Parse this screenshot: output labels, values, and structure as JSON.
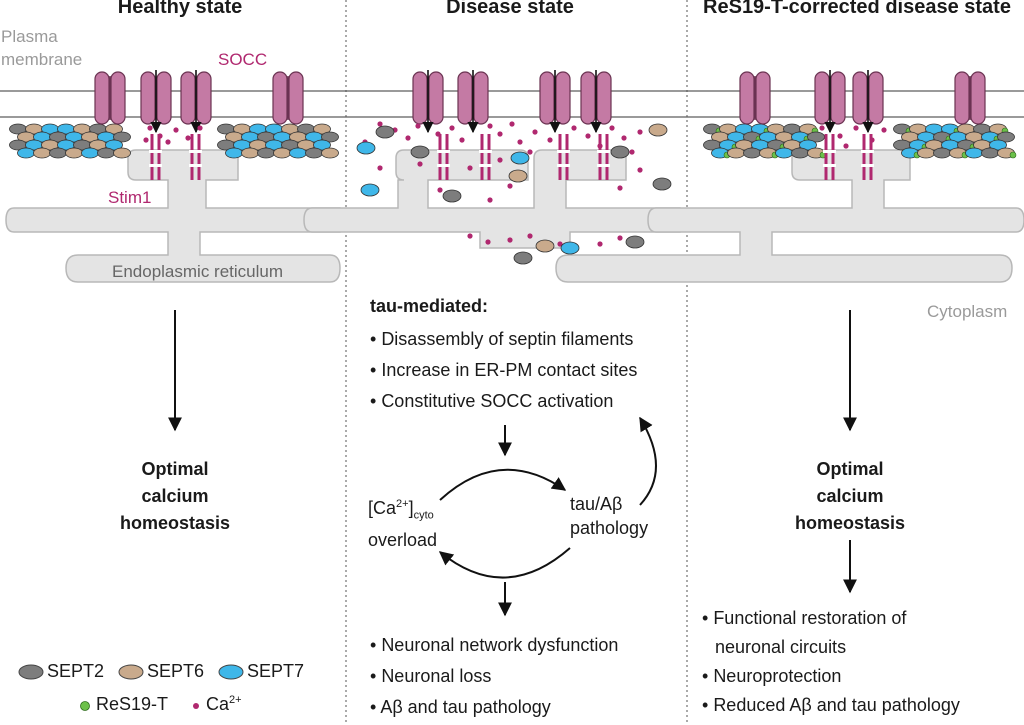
{
  "panels": {
    "healthy": "Healthy state",
    "disease": "Disease state",
    "corrected": "ReS19-T-corrected disease state"
  },
  "labels": {
    "plasma_membrane_1": "Plasma",
    "plasma_membrane_2": "membrane",
    "socc": "SOCC",
    "stim1": "Stim1",
    "er": "Endoplasmic reticulum",
    "cytoplasm": "Cytoplasm"
  },
  "healthy_outcome": [
    "Optimal",
    "calcium",
    "homeostasis"
  ],
  "disease_text": {
    "heading": "tau-mediated:",
    "items": [
      "Disassembly of septin filaments",
      "Increase in ER-PM contact sites",
      "Constitutive SOCC activation"
    ],
    "cycle_left_1": "[Ca",
    "cycle_left_sup": "2+",
    "cycle_left_close": "]",
    "cycle_left_sub": "cyto",
    "cycle_left_2": "overload",
    "cycle_right_1": "tau/Aβ",
    "cycle_right_2": "pathology",
    "outcomes": [
      "Neuronal network dysfunction",
      "Neuronal loss",
      "Aβ and tau pathology"
    ]
  },
  "corrected_outcome": [
    "Optimal",
    "calcium",
    "homeostasis"
  ],
  "corrected_items": [
    "Functional restoration of",
    "neuronal circuits",
    "Neuroprotection",
    "Reduced Aβ and tau pathology"
  ],
  "legend": {
    "sept2": "SEPT2",
    "sept6": "SEPT6",
    "sept7": "SEPT7",
    "res19t": "ReS19-T",
    "ca": "Ca",
    "ca_sup": "2+"
  },
  "colors": {
    "sept2": "#7d7d7d",
    "sept6": "#c9aa8c",
    "sept7": "#3fb7e9",
    "res19t": "#6cc04a",
    "ca": "#b0286f",
    "channel": "#c47aa4",
    "er": "#e3e3e3"
  }
}
